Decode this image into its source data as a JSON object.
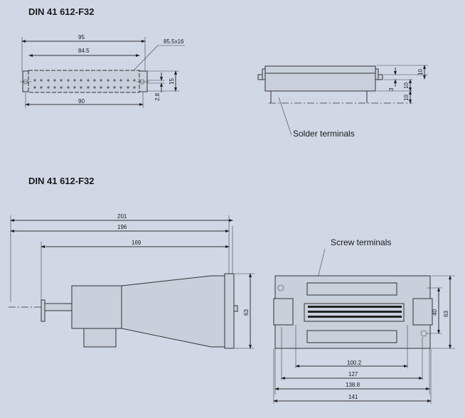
{
  "top_section": {
    "title": "DIN 41 612-F32",
    "front_view": {
      "dim_width_total": "95",
      "dim_width_inner": "84.5",
      "dim_cutout": "85.5x16",
      "dim_mount_spacing": "90",
      "dim_height": "15",
      "dim_hole": "2.8"
    },
    "side_view": {
      "dim_top": "10",
      "dim_flange": "3",
      "dim_body": "10",
      "dim_pins": "10",
      "label": "Solder terminals"
    }
  },
  "bottom_section": {
    "title": "DIN 41 612-F32",
    "side_view": {
      "dim_total": "201",
      "dim_body": "196",
      "dim_housing": "169",
      "dim_height": "63"
    },
    "front_view": {
      "label": "Screw terminals",
      "dim_inner": "100.2",
      "dim_mount": "127",
      "dim_outer": "138.8",
      "dim_total": "141",
      "dim_hole_spacing": "40",
      "dim_height": "63"
    }
  },
  "colors": {
    "background": "#d0d8e6",
    "line": "#333333"
  }
}
